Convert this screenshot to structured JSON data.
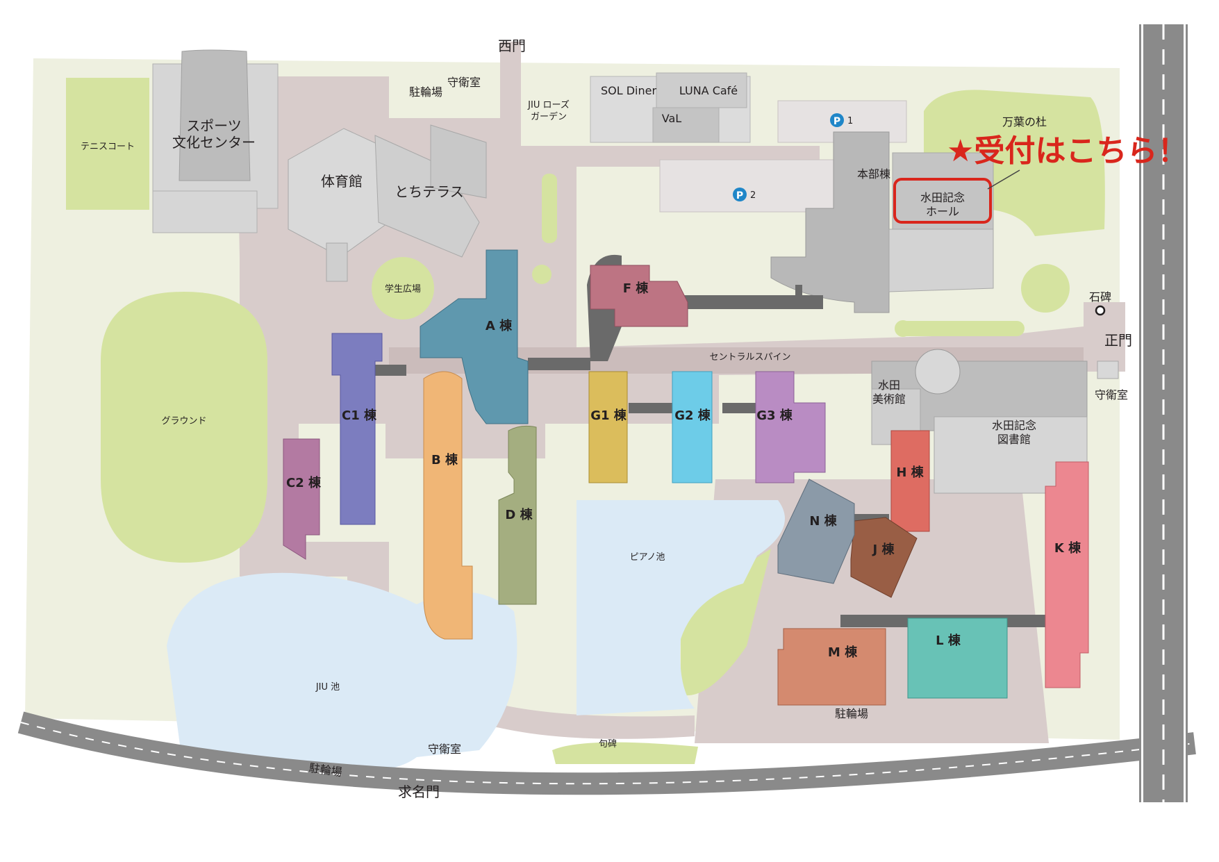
{
  "map": {
    "callout": "★受付はこちら！",
    "gates": {
      "west": "西門",
      "main": "正門",
      "kyumei": "求名門"
    },
    "guard_rooms": {
      "west": "守衛室",
      "east": "守衛室",
      "south": "守衛室"
    },
    "bike_parking": {
      "north": "駐輪場",
      "south": "駐輪場",
      "east": "駐輪場"
    },
    "parking": [
      {
        "symbol": "P",
        "number": "1"
      },
      {
        "symbol": "P",
        "number": "2"
      }
    ],
    "places": {
      "sports_center": [
        "スポーツ",
        "文化センター"
      ],
      "tennis": "テニスコート",
      "gym": "体育館",
      "tochi_terrace": "とちテラス",
      "plaza": "学生広場",
      "ground": "グラウンド",
      "rose_garden": [
        "JIU ローズ",
        "ガーデン"
      ],
      "sol": "SOL Diner",
      "luna": "LUNA Café",
      "val": "VaL",
      "manyo": "万葉の杜",
      "honbu": "本部棟",
      "hall": [
        "水田記念",
        "ホール"
      ],
      "monument": "石碑",
      "spine": "セントラルスパイン",
      "museum": [
        "水田",
        "美術館"
      ],
      "library": [
        "水田記念",
        "図書館"
      ],
      "piano_pond": "ピアノ池",
      "jiu_pond": "JIU 池",
      "haiku": "句碑"
    },
    "buildings": {
      "A": "A 棟",
      "B": "B 棟",
      "C1": "C1 棟",
      "C2": "C2 棟",
      "D": "D 棟",
      "F": "F 棟",
      "G1": "G1 棟",
      "G2": "G2 棟",
      "G3": "G3 棟",
      "H": "H 棟",
      "J": "J 棟",
      "K": "K 棟",
      "L": "L 棟",
      "M": "M 棟",
      "N": "N 棟"
    },
    "colors": {
      "ground": "#eef0e0",
      "path": "#d8cccb",
      "green": "#d5e3a0",
      "water": "#dbeaf6",
      "road": "#8a8a8a",
      "callout": "#d9261c",
      "A": "#5f98ae",
      "B": "#f0b676",
      "C1": "#7c7dbf",
      "C2": "#b37aa2",
      "D": "#a4ae80",
      "F": "#bd7483",
      "G1": "#dbbd5c",
      "G2": "#6dcce8",
      "G3": "#b98cc3",
      "H": "#de6c62",
      "J": "#995e45",
      "K": "#ec8790",
      "L": "#68c2b6",
      "M": "#d48a6f",
      "N": "#8b9aa8"
    }
  }
}
